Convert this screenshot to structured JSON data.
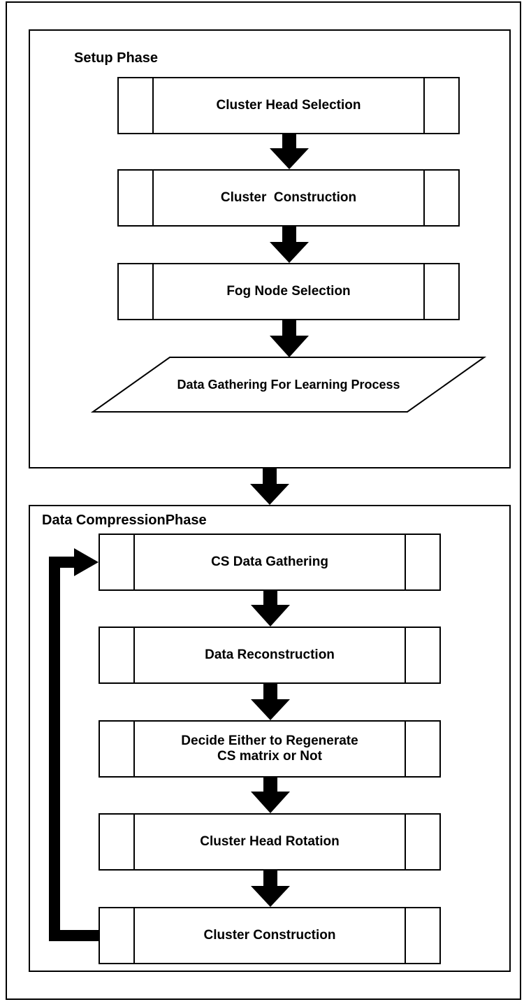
{
  "setup_phase": {
    "title": "Setup Phase",
    "steps": [
      "Cluster Head Selection",
      "Cluster  Construction",
      "Fog Node Selection"
    ],
    "data_step": "Data Gathering For Learning Process"
  },
  "compression_phase": {
    "title": "Data CompressionPhase",
    "steps": [
      "CS Data Gathering",
      "Data Reconstruction",
      "Decide Either to Regenerate\nCS matrix or Not",
      "Cluster Head Rotation",
      "Cluster Construction"
    ]
  }
}
